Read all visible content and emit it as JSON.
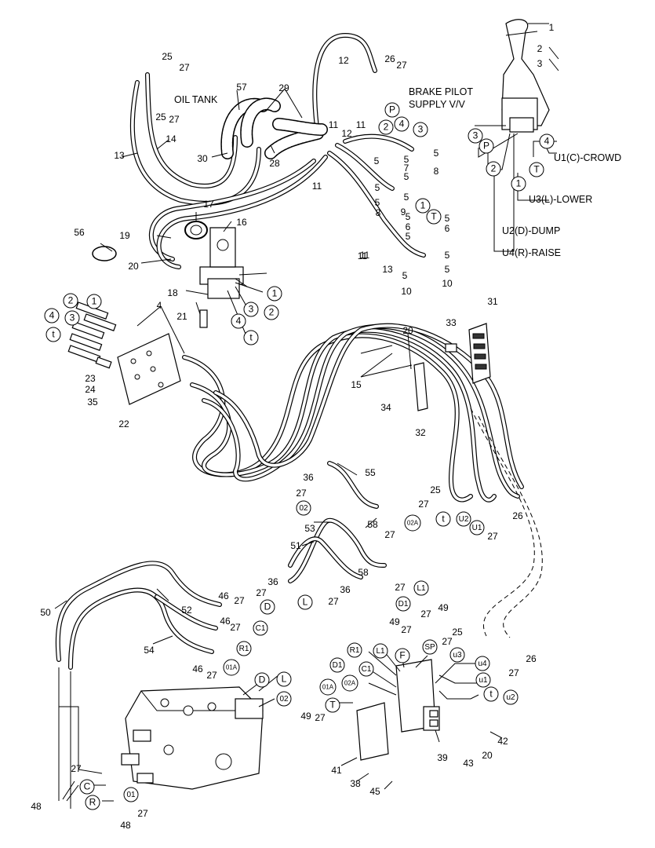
{
  "labels": {
    "oil_tank": "OIL TANK",
    "brake_pilot_1": "BRAKE PILOT",
    "brake_pilot_2": "SUPPLY V/V",
    "u1": "U1(C)-CROWD",
    "u3": "U3(L)-LOWER",
    "u2": "U2(D)-DUMP",
    "u4": "U4(R)-RAISE"
  },
  "part_numbers": [
    {
      "id": "n1",
      "t": "1"
    },
    {
      "id": "n2",
      "t": "2"
    },
    {
      "id": "n3",
      "t": "3"
    },
    {
      "id": "n25a",
      "t": "25"
    },
    {
      "id": "n27a",
      "t": "27"
    },
    {
      "id": "n25b",
      "t": "25"
    },
    {
      "id": "n27b",
      "t": "27"
    },
    {
      "id": "n12a",
      "t": "12"
    },
    {
      "id": "n26a",
      "t": "26"
    },
    {
      "id": "n27c",
      "t": "27"
    },
    {
      "id": "n57",
      "t": "57"
    },
    {
      "id": "n29",
      "t": "29"
    },
    {
      "id": "n13a",
      "t": "13"
    },
    {
      "id": "n14",
      "t": "14"
    },
    {
      "id": "n30",
      "t": "30"
    },
    {
      "id": "n28",
      "t": "28"
    },
    {
      "id": "n11a",
      "t": "11"
    },
    {
      "id": "n11b",
      "t": "11"
    },
    {
      "id": "n12b",
      "t": "12"
    },
    {
      "id": "n11c",
      "t": "11"
    },
    {
      "id": "n11d",
      "t": "11"
    },
    {
      "id": "n5a",
      "t": "5"
    },
    {
      "id": "n5b",
      "t": "5"
    },
    {
      "id": "n7",
      "t": "7"
    },
    {
      "id": "n5c",
      "t": "5"
    },
    {
      "id": "n5d",
      "t": "5"
    },
    {
      "id": "n8a",
      "t": "8"
    },
    {
      "id": "n5e",
      "t": "5"
    },
    {
      "id": "n5f",
      "t": "5"
    },
    {
      "id": "n8b",
      "t": "8"
    },
    {
      "id": "n5g",
      "t": "5"
    },
    {
      "id": "n9",
      "t": "9"
    },
    {
      "id": "n5h",
      "t": "5"
    },
    {
      "id": "n6a",
      "t": "6"
    },
    {
      "id": "n5i",
      "t": "5"
    },
    {
      "id": "n5j",
      "t": "5"
    },
    {
      "id": "n6b",
      "t": "6"
    },
    {
      "id": "n5k",
      "t": "5"
    },
    {
      "id": "n13b",
      "t": "13"
    },
    {
      "id": "n11e",
      "t": "11"
    },
    {
      "id": "n5l",
      "t": "5"
    },
    {
      "id": "n10a",
      "t": "10"
    },
    {
      "id": "n5m",
      "t": "5"
    },
    {
      "id": "n10b",
      "t": "10"
    },
    {
      "id": "n17",
      "t": "17"
    },
    {
      "id": "n16",
      "t": "16"
    },
    {
      "id": "n56",
      "t": "56"
    },
    {
      "id": "n19",
      "t": "19"
    },
    {
      "id": "n20a",
      "t": "20"
    },
    {
      "id": "n18",
      "t": "18"
    },
    {
      "id": "n21",
      "t": "21"
    },
    {
      "id": "n4a",
      "t": "4"
    },
    {
      "id": "n23",
      "t": "23"
    },
    {
      "id": "n24",
      "t": "24"
    },
    {
      "id": "n35",
      "t": "35"
    },
    {
      "id": "n22",
      "t": "22"
    },
    {
      "id": "n31",
      "t": "31"
    },
    {
      "id": "n33",
      "t": "33"
    },
    {
      "id": "n20b",
      "t": "20"
    },
    {
      "id": "n15",
      "t": "15"
    },
    {
      "id": "n34",
      "t": "34"
    },
    {
      "id": "n32",
      "t": "32"
    },
    {
      "id": "n55",
      "t": "55"
    },
    {
      "id": "n36a",
      "t": "36"
    },
    {
      "id": "n27d",
      "t": "27"
    },
    {
      "id": "n25c",
      "t": "25"
    },
    {
      "id": "n27e",
      "t": "27"
    },
    {
      "id": "n26b",
      "t": "26"
    },
    {
      "id": "n27f",
      "t": "27"
    },
    {
      "id": "n53",
      "t": "53"
    },
    {
      "id": "n58a",
      "t": "58"
    },
    {
      "id": "n27g",
      "t": "27"
    },
    {
      "id": "n51",
      "t": "51"
    },
    {
      "id": "n58b",
      "t": "58"
    },
    {
      "id": "n27h",
      "t": "27"
    },
    {
      "id": "n36b",
      "t": "36"
    },
    {
      "id": "n36c",
      "t": "36"
    },
    {
      "id": "n27i",
      "t": "27"
    },
    {
      "id": "n27j",
      "t": "27"
    },
    {
      "id": "n50",
      "t": "50"
    },
    {
      "id": "n52",
      "t": "52"
    },
    {
      "id": "n46a",
      "t": "46"
    },
    {
      "id": "n27k",
      "t": "27"
    },
    {
      "id": "n46b",
      "t": "46"
    },
    {
      "id": "n27l",
      "t": "27"
    },
    {
      "id": "n54",
      "t": "54"
    },
    {
      "id": "n46c",
      "t": "46"
    },
    {
      "id": "n27m",
      "t": "27"
    },
    {
      "id": "n27n",
      "t": "27"
    },
    {
      "id": "n49a",
      "t": "49"
    },
    {
      "id": "n49b",
      "t": "49"
    },
    {
      "id": "n27o",
      "t": "27"
    },
    {
      "id": "n25d",
      "t": "25"
    },
    {
      "id": "n27p",
      "t": "27"
    },
    {
      "id": "n26c",
      "t": "26"
    },
    {
      "id": "n27q",
      "t": "27"
    },
    {
      "id": "n49c",
      "t": "49"
    },
    {
      "id": "n27r",
      "t": "27"
    },
    {
      "id": "n42",
      "t": "42"
    },
    {
      "id": "n43",
      "t": "43"
    },
    {
      "id": "n20c",
      "t": "20"
    },
    {
      "id": "n39",
      "t": "39"
    },
    {
      "id": "n41",
      "t": "41"
    },
    {
      "id": "n38",
      "t": "38"
    },
    {
      "id": "n45",
      "t": "45"
    },
    {
      "id": "n27s",
      "t": "27"
    },
    {
      "id": "n48a",
      "t": "48"
    },
    {
      "id": "n27t",
      "t": "27"
    },
    {
      "id": "n48b",
      "t": "48"
    }
  ],
  "port_circles": [
    {
      "id": "cP1",
      "t": "P"
    },
    {
      "id": "c2a",
      "t": "2"
    },
    {
      "id": "c4a",
      "t": "4"
    },
    {
      "id": "c3a",
      "t": "3"
    },
    {
      "id": "c1a",
      "t": "1"
    },
    {
      "id": "cTa",
      "t": "T"
    },
    {
      "id": "c3b",
      "t": "3"
    },
    {
      "id": "cPb",
      "t": "P"
    },
    {
      "id": "c2b",
      "t": "2"
    },
    {
      "id": "c1b",
      "t": "1"
    },
    {
      "id": "cTb",
      "t": "T"
    },
    {
      "id": "c4b",
      "t": "4"
    },
    {
      "id": "c1c",
      "t": "1"
    },
    {
      "id": "c2c",
      "t": "2"
    },
    {
      "id": "c3c",
      "t": "3"
    },
    {
      "id": "c4c",
      "t": "4"
    },
    {
      "id": "ctc",
      "t": "t"
    },
    {
      "id": "c2d",
      "t": "2"
    },
    {
      "id": "c1d",
      "t": "1"
    },
    {
      "id": "c3d",
      "t": "3"
    },
    {
      "id": "c4d",
      "t": "4"
    },
    {
      "id": "ctd",
      "t": "t"
    },
    {
      "id": "c02a",
      "t": "02"
    },
    {
      "id": "c02A",
      "t": "02A"
    },
    {
      "id": "ct2",
      "t": "t"
    },
    {
      "id": "cu2",
      "t": "U2"
    },
    {
      "id": "cu1",
      "t": "U1"
    },
    {
      "id": "cD",
      "t": "D"
    },
    {
      "id": "cL",
      "t": "L"
    },
    {
      "id": "cL1",
      "t": "L1"
    },
    {
      "id": "cD1",
      "t": "D1"
    },
    {
      "id": "cC1",
      "t": "C1"
    },
    {
      "id": "cR1",
      "t": "R1"
    },
    {
      "id": "c01A",
      "t": "01A"
    },
    {
      "id": "cR1b",
      "t": "R1"
    },
    {
      "id": "cL1b",
      "t": "L1"
    },
    {
      "id": "cF",
      "t": "F"
    },
    {
      "id": "cSP",
      "t": "SP"
    },
    {
      "id": "cu3",
      "t": "u3"
    },
    {
      "id": "cu4",
      "t": "u4"
    },
    {
      "id": "cu1b",
      "t": "u1"
    },
    {
      "id": "ctb",
      "t": "t"
    },
    {
      "id": "cu2b",
      "t": "u2"
    },
    {
      "id": "cD1b",
      "t": "D1"
    },
    {
      "id": "cC1b",
      "t": "C1"
    },
    {
      "id": "c01Ab",
      "t": "01A"
    },
    {
      "id": "c02Ab",
      "t": "02A"
    },
    {
      "id": "cTc",
      "t": "T"
    },
    {
      "id": "cDv",
      "t": "D"
    },
    {
      "id": "cLv",
      "t": "L"
    },
    {
      "id": "c02v",
      "t": "02"
    },
    {
      "id": "cC",
      "t": "C"
    },
    {
      "id": "cR",
      "t": "R"
    },
    {
      "id": "c01",
      "t": "01"
    }
  ]
}
